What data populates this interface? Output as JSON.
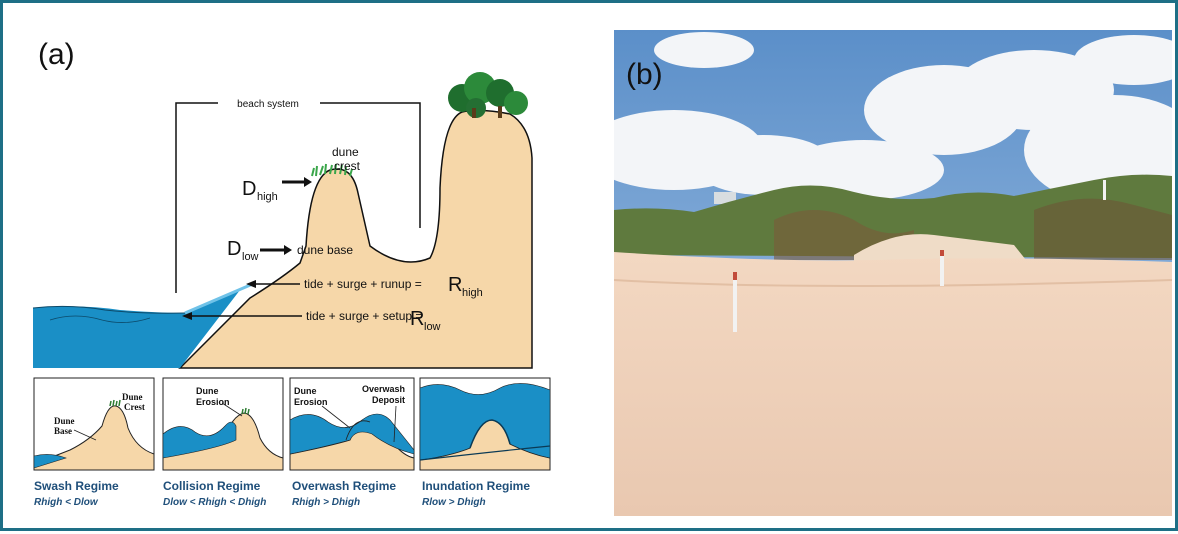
{
  "panel_a": {
    "label": "(a)",
    "beach_system": "beach system",
    "dune_crest_line1": "dune",
    "dune_crest_line2": "crest",
    "d_high_main": "D",
    "d_high_sub": "high",
    "d_low_main": "D",
    "d_low_sub": "low",
    "dune_base": "dune base",
    "r_high_eq": "tide + surge + runup = ",
    "r_high_main": "R",
    "r_high_sub": "high",
    "r_low_eq": "tide + surge + setup = ",
    "r_low_main": "R",
    "r_low_sub": "low",
    "regimes": [
      {
        "title": "Swash Regime",
        "condition": "Rhigh < Dlow",
        "labels": [
          "Dune",
          "Crest",
          "Dune",
          "Base"
        ]
      },
      {
        "title": "Collision Regime",
        "condition": "Dlow < Rhigh < Dhigh",
        "labels": [
          "Dune",
          "Erosion"
        ]
      },
      {
        "title": "Overwash Regime",
        "condition": "Rhigh > Dhigh",
        "labels": [
          "Dune",
          "Erosion",
          "Overwash",
          "Deposit"
        ]
      },
      {
        "title": "Inundation Regime",
        "condition": "Rlow > Dhigh",
        "labels": []
      }
    ]
  },
  "panel_b": {
    "label": "(b)"
  },
  "colors": {
    "frame": "#1e6f86",
    "sand": "#f6d7a9",
    "water": "#1a8fc6",
    "caption": "#1f4f7a"
  }
}
